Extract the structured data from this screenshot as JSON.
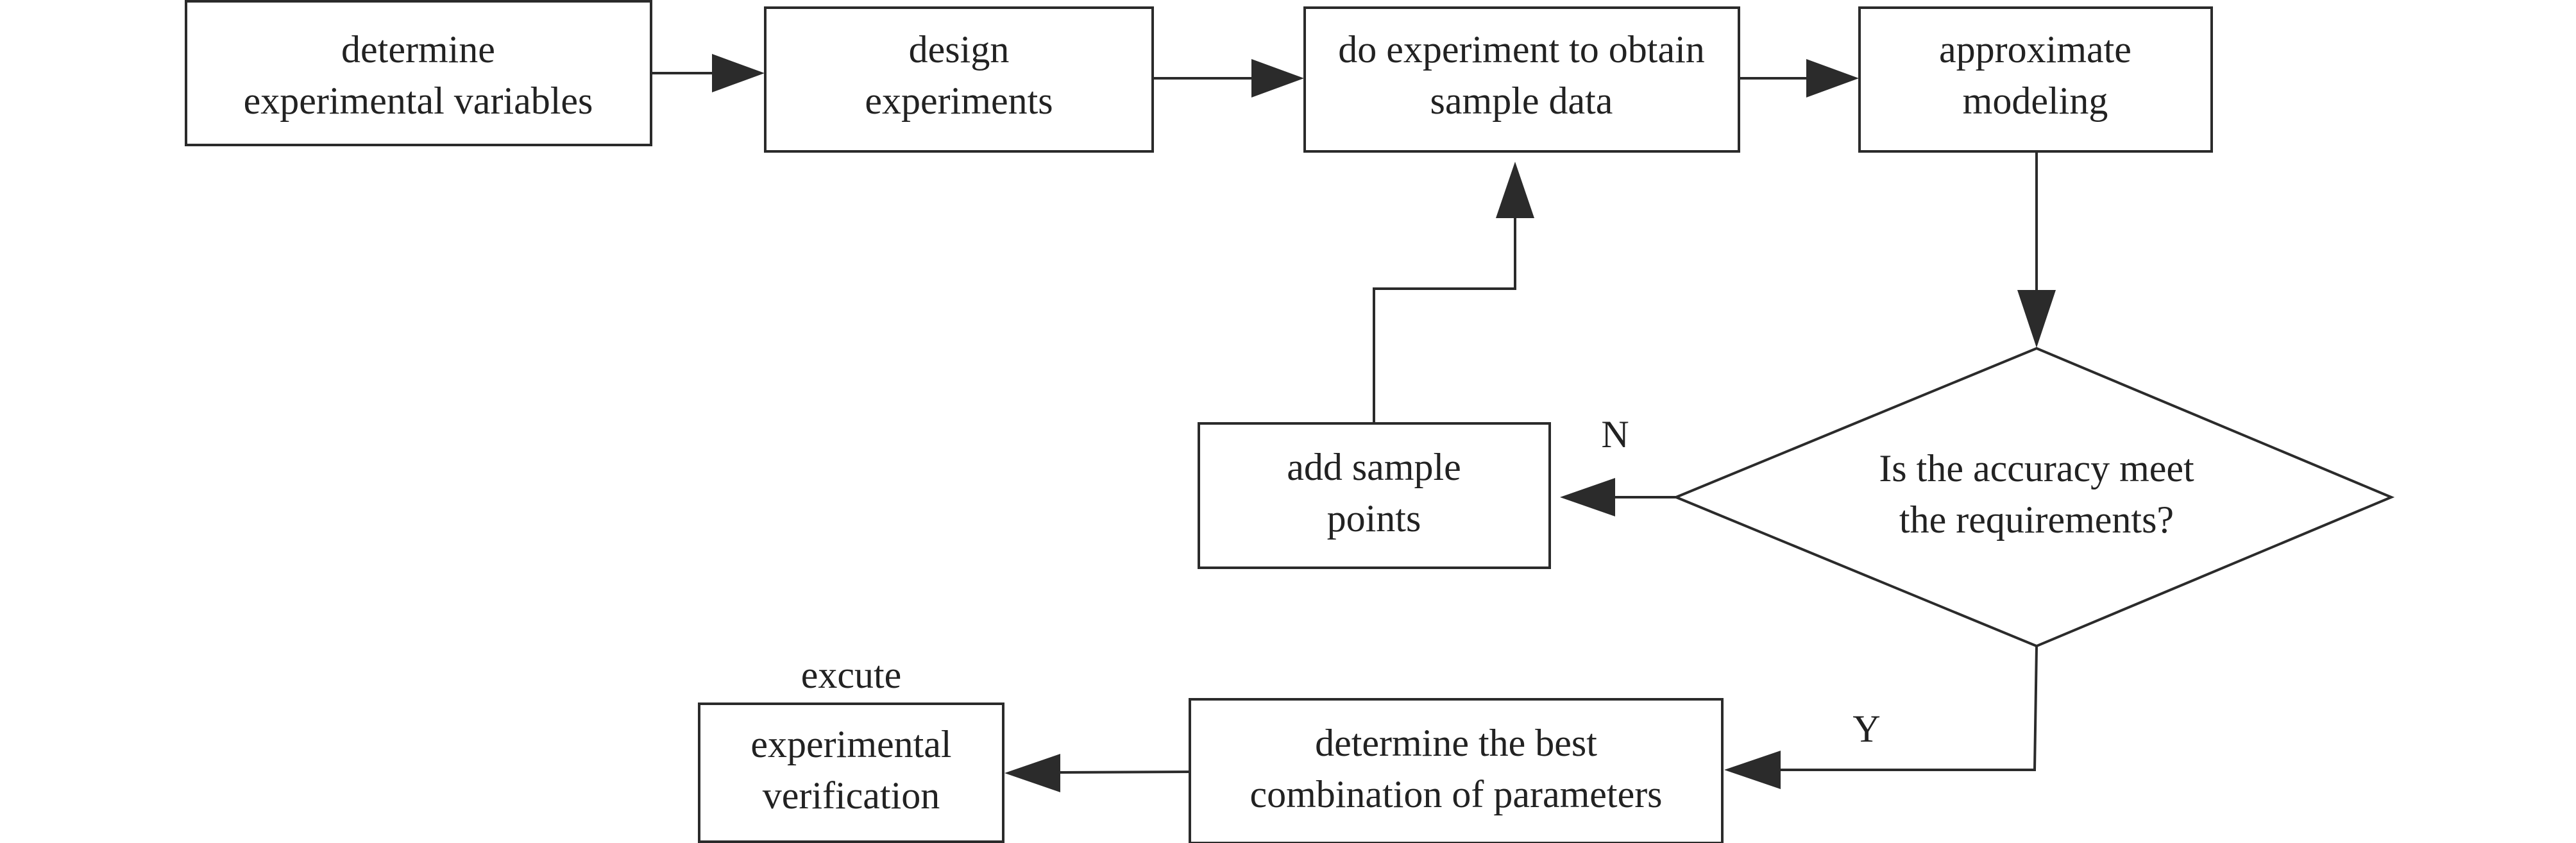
{
  "nodes": {
    "determine_variables": {
      "line1": "determine",
      "line2": "experimental variables"
    },
    "design_experiments": {
      "line1": "design",
      "line2": "experiments"
    },
    "do_experiment": {
      "line1": "do experiment to obtain",
      "line2": "sample data"
    },
    "approximate_modeling": {
      "line1": "approximate",
      "line2": "modeling"
    },
    "accuracy_decision": {
      "line1": "Is the accuracy meet",
      "line2": "the requirements?"
    },
    "add_sample_points": {
      "line1": "add sample",
      "line2": "points"
    },
    "best_combination": {
      "line1": "determine the best",
      "line2": "combination of parameters"
    },
    "experimental_verification": {
      "line1": "experimental",
      "line2": "verification"
    }
  },
  "annotations": {
    "no_label": "N",
    "yes_label": "Y",
    "excute_label": "excute"
  }
}
